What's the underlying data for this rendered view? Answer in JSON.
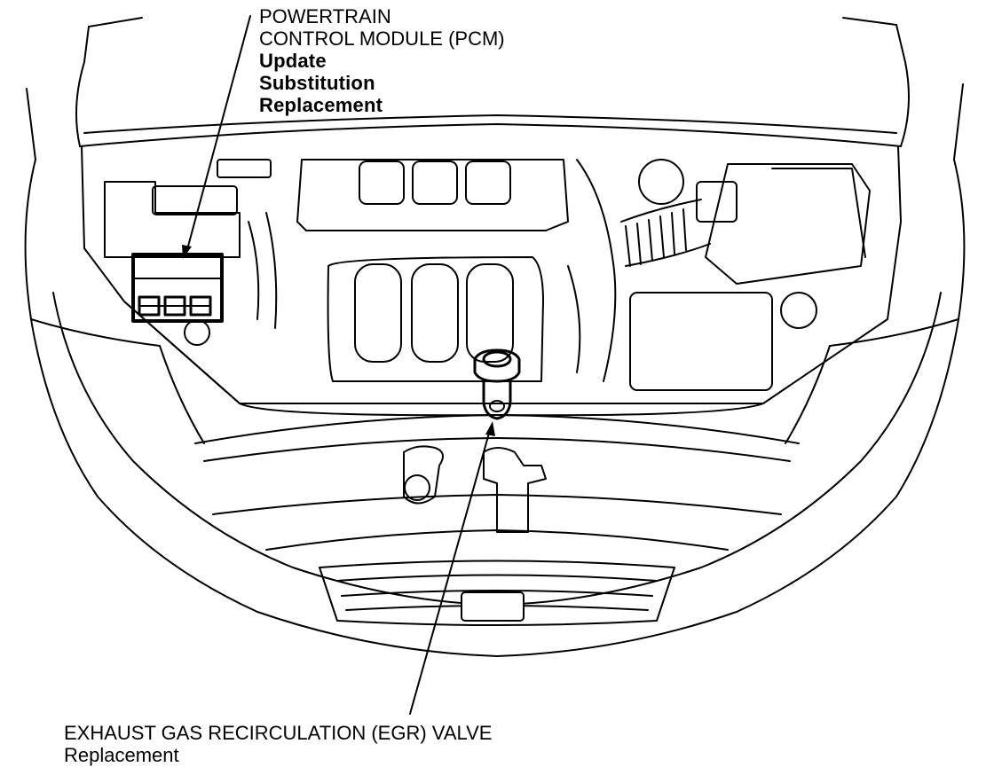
{
  "diagram": {
    "pcm": {
      "name_line1": "POWERTRAIN",
      "name_line2": "CONTROL MODULE (PCM)",
      "procedures": [
        "Update",
        "Substitution",
        "Replacement"
      ]
    },
    "egr": {
      "name": "EXHAUST GAS RECIRCULATION (EGR) VALVE",
      "procedures": [
        "Replacement"
      ]
    },
    "line_color": "#000000",
    "background": "#ffffff"
  }
}
